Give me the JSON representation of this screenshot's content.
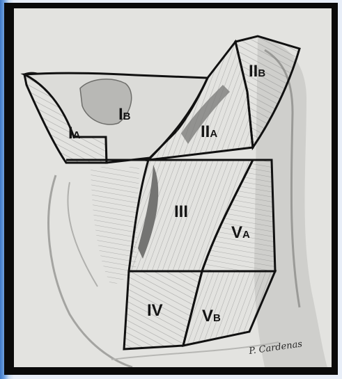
{
  "diagram": {
    "levels": [
      {
        "id": "IA",
        "main": "I",
        "sub": "A"
      },
      {
        "id": "IB",
        "main": "I",
        "sub": "B"
      },
      {
        "id": "IIA",
        "main": "II",
        "sub": "A"
      },
      {
        "id": "IIB",
        "main": "II",
        "sub": "B"
      },
      {
        "id": "III",
        "main": "III",
        "sub": ""
      },
      {
        "id": "IV",
        "main": "IV",
        "sub": ""
      },
      {
        "id": "VA",
        "main": "V",
        "sub": "A"
      },
      {
        "id": "VB",
        "main": "V",
        "sub": "B"
      }
    ],
    "signature": "P. Cardenas"
  },
  "colors": {
    "frame": "#0a0a0a",
    "paper": "#e3e3e0",
    "ink": "#151515",
    "accent": "#3f79c8"
  }
}
